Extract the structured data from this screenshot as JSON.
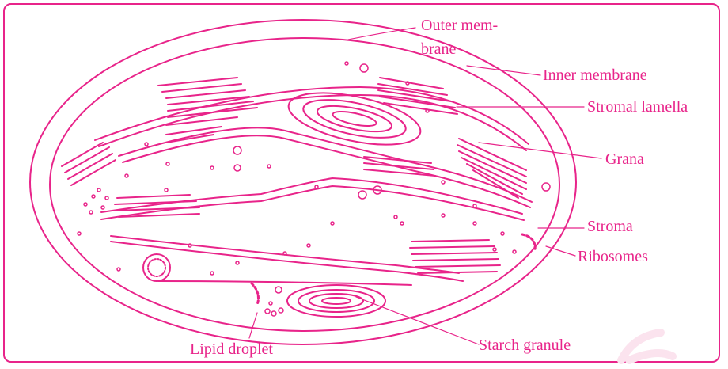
{
  "diagram": {
    "labels": {
      "outer_line1": "Outer mem-",
      "outer_line2": "brane",
      "inner": "Inner membrane",
      "stromal": "Stromal lamella",
      "grana": "Grana",
      "stroma": "Stroma",
      "ribosomes": "Ribosomes",
      "starch": "Starch granule",
      "lipid": "Lipid droplet"
    },
    "colors": {
      "ink": "#e8248a",
      "watermark": "#fbe3ee"
    }
  }
}
